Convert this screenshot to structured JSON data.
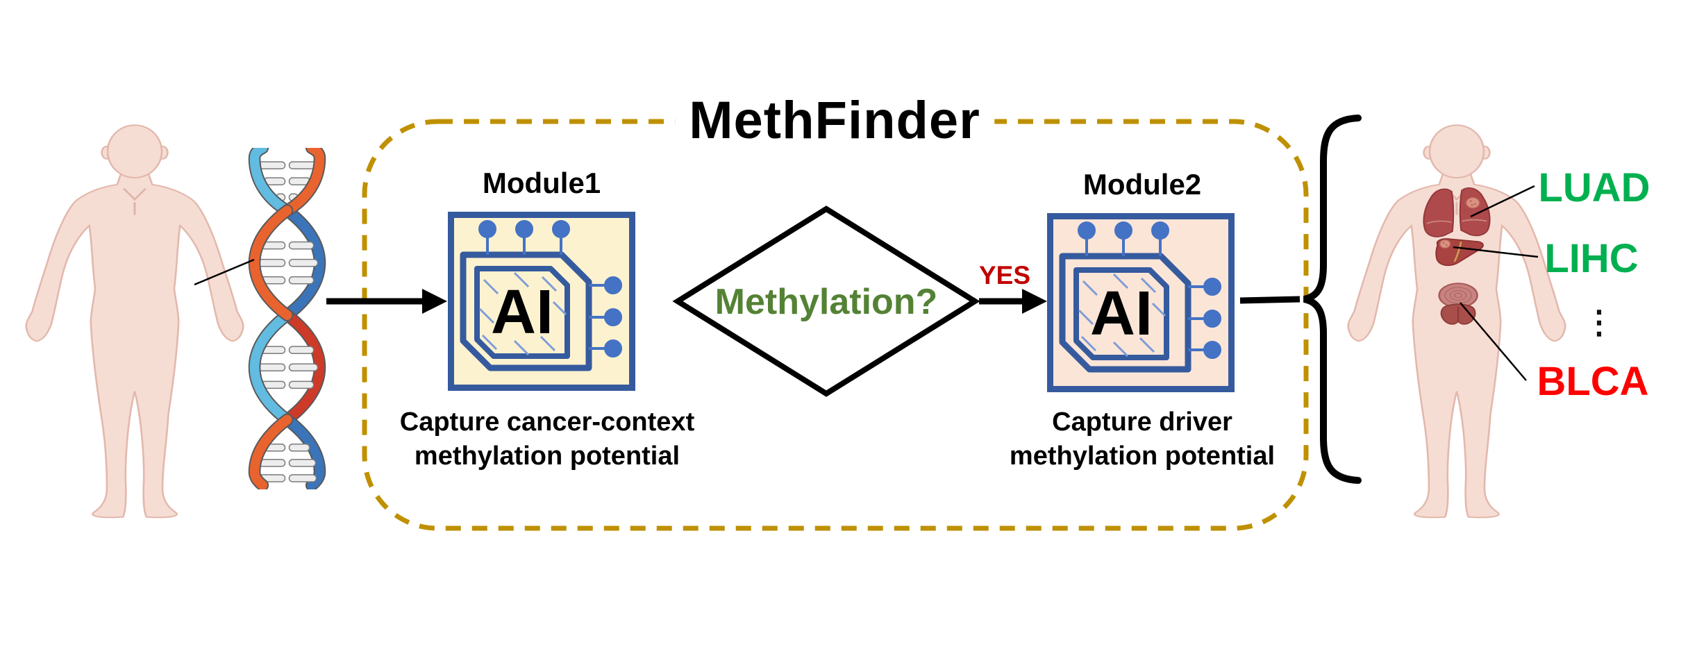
{
  "figure": {
    "title": "MethFinder",
    "module1": {
      "name": "Module1",
      "chip_label": "AI",
      "caption": [
        "Capture cancer-context",
        "methylation potential"
      ]
    },
    "module2": {
      "name": "Module2",
      "chip_label": "AI",
      "caption": [
        "Capture driver",
        "methylation potential"
      ]
    },
    "decision": {
      "question": "Methylation?",
      "branch_label": "YES"
    },
    "outputs": [
      {
        "code": "LUAD",
        "color": "#00B050"
      },
      {
        "code": "LIHC",
        "color": "#00B050"
      },
      {
        "code": "⋮",
        "color": "#111111"
      },
      {
        "code": "BLCA",
        "color": "#FF0000"
      }
    ],
    "colors": {
      "dashed_box": "#BF9000",
      "module_border": "#365A9E",
      "module1_fill": "#FCF2CF",
      "module2_fill": "#FAE5D7",
      "chip_pin": "#4472C4",
      "decision_text": "#548235",
      "yes_text": "#C00000",
      "arrow": "#000000",
      "dna_light_blue": "#62BBE0",
      "dna_dark_blue": "#3B74B8",
      "dna_orange": "#E9632F",
      "dna_dark_red": "#CD3A28",
      "skin": "#F6DDD4",
      "organ_red": "#AF4A4C"
    }
  }
}
